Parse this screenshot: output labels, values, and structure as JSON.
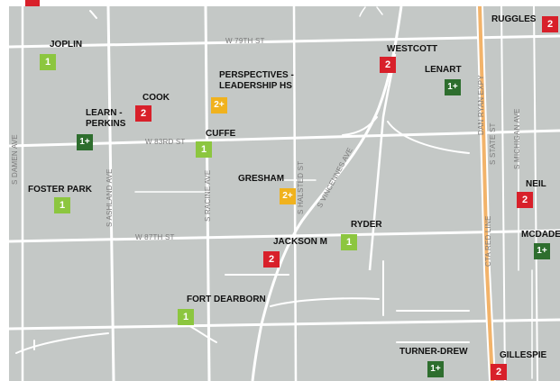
{
  "colors": {
    "level_1plus": "#2e6e2e",
    "level_1": "#8cc63f",
    "level_2plus": "#f0b21e",
    "level_2": "#d8202a",
    "background": "#c4c8c6",
    "road": "#ffffff",
    "expressway": "#f2b36a"
  },
  "streets": {
    "w79": "W 79TH ST",
    "w83": "W 83RD ST",
    "w87": "W 87TH ST",
    "damen": "S DAMEN AVE",
    "ashland": "S ASHLAND AVE",
    "racine": "S RACINE AVE",
    "halsted": "S HALSTED ST",
    "vincennes": "S VINCENNES AVE",
    "dan_ryan": "DAN RYAN EXPY",
    "state": "S STATE ST",
    "michigan": "S MICHIGAN AVE",
    "red_line": "CTA RED LINE"
  },
  "schools": [
    {
      "name": "JOPLIN",
      "rating": "1",
      "level": "level_1"
    },
    {
      "name": "COOK",
      "rating": "2",
      "level": "level_2"
    },
    {
      "name": "LEARN - PERKINS",
      "rating": "1+",
      "level": "level_1plus"
    },
    {
      "name": "PERSPECTIVES - LEADERSHIP HS",
      "rating": "2+",
      "level": "level_2plus"
    },
    {
      "name": "CUFFE",
      "rating": "1",
      "level": "level_1"
    },
    {
      "name": "WESTCOTT",
      "rating": "2",
      "level": "level_2"
    },
    {
      "name": "LENART",
      "rating": "1+",
      "level": "level_1plus"
    },
    {
      "name": "RUGGLES",
      "rating": "2",
      "level": "level_2"
    },
    {
      "name": "FOSTER PARK",
      "rating": "1",
      "level": "level_1"
    },
    {
      "name": "GRESHAM",
      "rating": "2+",
      "level": "level_2plus"
    },
    {
      "name": "NEIL",
      "rating": "2",
      "level": "level_2"
    },
    {
      "name": "RYDER",
      "rating": "1",
      "level": "level_1"
    },
    {
      "name": "JACKSON M",
      "rating": "2",
      "level": "level_2"
    },
    {
      "name": "MCDADE",
      "rating": "1+",
      "level": "level_1plus"
    },
    {
      "name": "FORT DEARBORN",
      "rating": "1",
      "level": "level_1"
    },
    {
      "name": "TURNER-DREW",
      "rating": "1+",
      "level": "level_1plus"
    },
    {
      "name": "GILLESPIE",
      "rating": "2",
      "level": "level_2"
    }
  ]
}
